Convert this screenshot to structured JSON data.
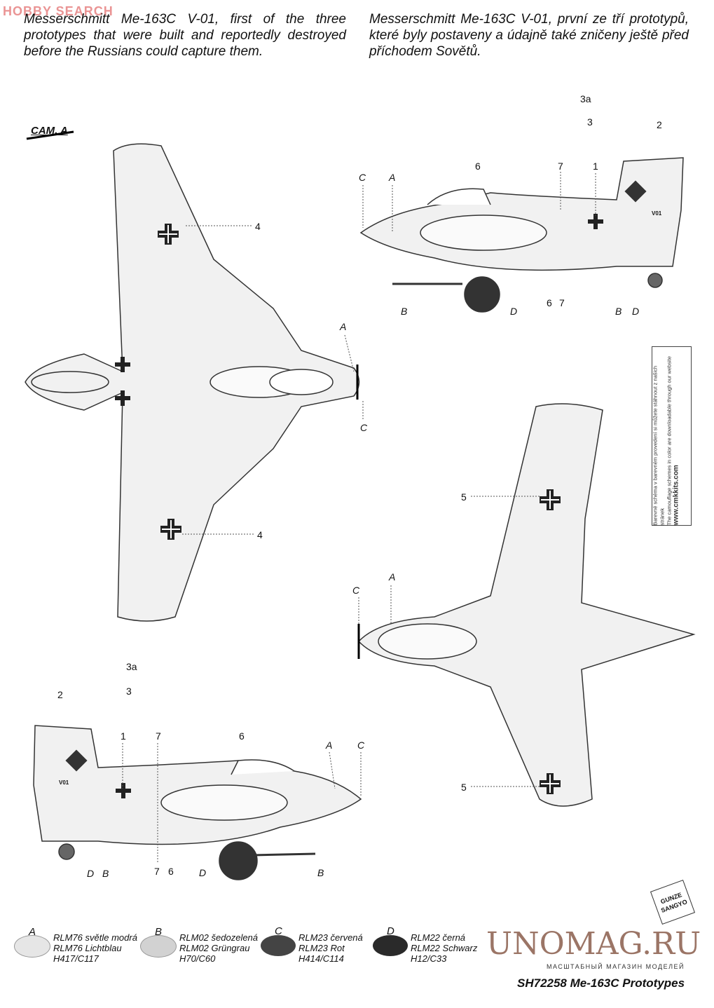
{
  "watermark_top": "HOBBY SEARCH",
  "caption_en": "Messerschmitt Me-163C V-01, first of the three prototypes that were built and reportedly destroyed before the Russians could capture them.",
  "caption_cz": "Messerschmitt Me-163C V-01, první ze tří prototypů, které byly postaveny a údajně také zničeny ještě před příchodem Sovětů.",
  "scheme_label": "CAM. A",
  "callouts": {
    "a": "A",
    "b": "B",
    "c": "C",
    "d": "D",
    "n1": "1",
    "n2": "2",
    "n3": "3",
    "n3a": "3a",
    "n4": "4",
    "n5": "5",
    "n6": "6",
    "n7": "7"
  },
  "tail_code": "V01",
  "note_box": {
    "cz": "Barevné schéma v barevném provedení si můžete stáhnout z našich stránek",
    "en": "The camouflage schemes in color are downloadable through our website",
    "url": "www.cmkkits.com"
  },
  "legend": [
    {
      "letter": "A",
      "line1": "RLM76 světle modrá",
      "line2": "RLM76 Lichtblau",
      "line3": "H417/C117",
      "color": "#e6e6e6"
    },
    {
      "letter": "B",
      "line1": "RLM02 šedozelená",
      "line2": "RLM02 Grüngrau",
      "line3": "H70/C60",
      "color": "#d2d2d2"
    },
    {
      "letter": "C",
      "line1": "RLM23 červená",
      "line2": "RLM23 Rot",
      "line3": "H414/C114",
      "color": "#444444"
    },
    {
      "letter": "D",
      "line1": "RLM22 černá",
      "line2": "RLM22 Schwarz",
      "line3": "H12/C33",
      "color": "#2a2a2a"
    }
  ],
  "brand_logo": "GUNZE SANGYO",
  "shop_watermark": "UNOMAG.RU",
  "shop_subtitle": "МАСШТАБНЫЙ МАГАЗИН МОДЕЛЕЙ",
  "product_title": "SH72258 Me-163C Prototypes"
}
